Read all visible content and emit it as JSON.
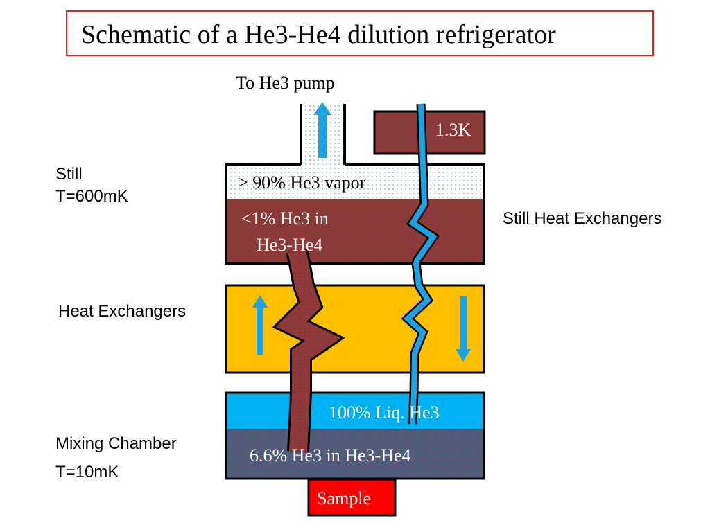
{
  "title": "Schematic of a He3-He4 dilution refrigerator",
  "labels": {
    "pump": "To He3 pump",
    "still_name": "Still",
    "still_temp": "T=600mK",
    "heat_exchangers": "Heat Exchangers",
    "still_heat_exchangers": "Still Heat Exchangers",
    "mixing_name": "Mixing Chamber",
    "mixing_temp": "T=10mK"
  },
  "regions": {
    "vapor": "> 90% He3 vapor",
    "still_liquid_line1": "<1% He3 in",
    "still_liquid_line2": "He3-He4",
    "plate_temp": "1.3K",
    "liquid_he3": "100% Liq. He3",
    "dilute_phase": "6.6% He3 in He3-He4",
    "sample": "Sample"
  },
  "colors": {
    "still_liquid": "#8b3a3a",
    "heat_exchanger": "#ffc000",
    "liquid_he3": "#00b0f0",
    "dilute_phase": "#4a5f7e",
    "sample": "#ff0000",
    "flow_arrow": "#1fa3e0",
    "outline": "#000000",
    "title_border": "#e02020"
  },
  "arrows": [
    {
      "name": "pump-outflow-arrow",
      "direction": "up"
    },
    {
      "name": "exchanger-up-arrow",
      "direction": "up"
    },
    {
      "name": "exchanger-down-arrow",
      "direction": "down"
    }
  ]
}
